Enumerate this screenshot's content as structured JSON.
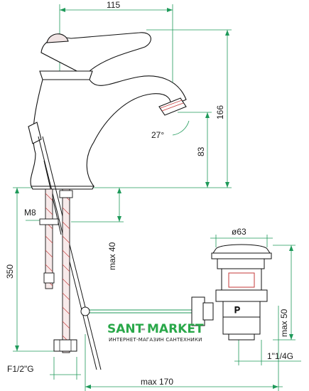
{
  "dimensions": {
    "top_width": "115",
    "total_height": "166",
    "spout_height": "83",
    "angle": "27°",
    "thread": "M8",
    "max_depth": "max 40",
    "hose_length": "350",
    "waste_diameter": "ø63",
    "waste_max": "max 50",
    "waste_thread": "1\"1/4G",
    "hose_thread": "F1/2\"G",
    "rod_max": "max 170"
  },
  "watermark": {
    "brand_left": "SANT",
    "brand_dash": "-",
    "brand_right": "MARKET",
    "subtitle": "ИНТЕРНЕТ-МАГАЗИН САНТЕХНИКИ"
  },
  "colors": {
    "dimension_lines": "#1f9a5a",
    "outline": "#111111",
    "hatch": "#c43a3a",
    "brand_green": "#2aa84a"
  }
}
